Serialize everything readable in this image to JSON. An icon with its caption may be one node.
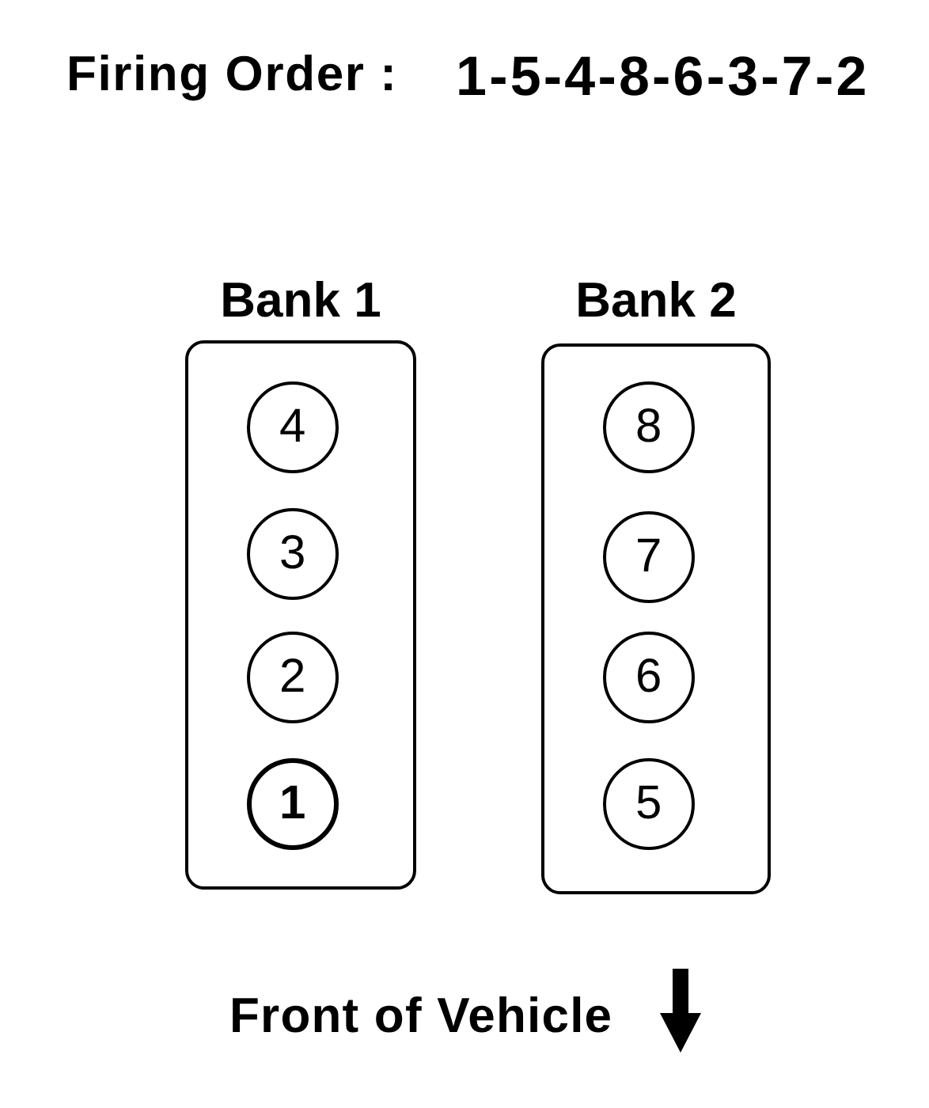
{
  "diagram": {
    "title": "Firing Order :",
    "nodes": [
      {
        "text": [
          "Bank 1"
        ]
      },
      {
        "text": [
          "4"
        ],
        "in": 0
      },
      {
        "text": [
          "3"
        ],
        "in": 0
      },
      {
        "text": [
          "2"
        ],
        "in": 0
      },
      {
        "text": [
          "1"
        ],
        "in": 0
      },
      {
        "text": [
          "Bank 2"
        ]
      },
      {
        "text": [
          "8"
        ],
        "in": 5
      },
      {
        "text": [
          "7"
        ],
        "in": 5
      },
      {
        "text": [
          "6"
        ],
        "in": 5
      },
      {
        "text": [
          "5"
        ],
        "in": 5
      }
    ],
    "labels": [
      "1-5-4-8-6-3-7-2",
      "Front of Vehicle"
    ]
  }
}
